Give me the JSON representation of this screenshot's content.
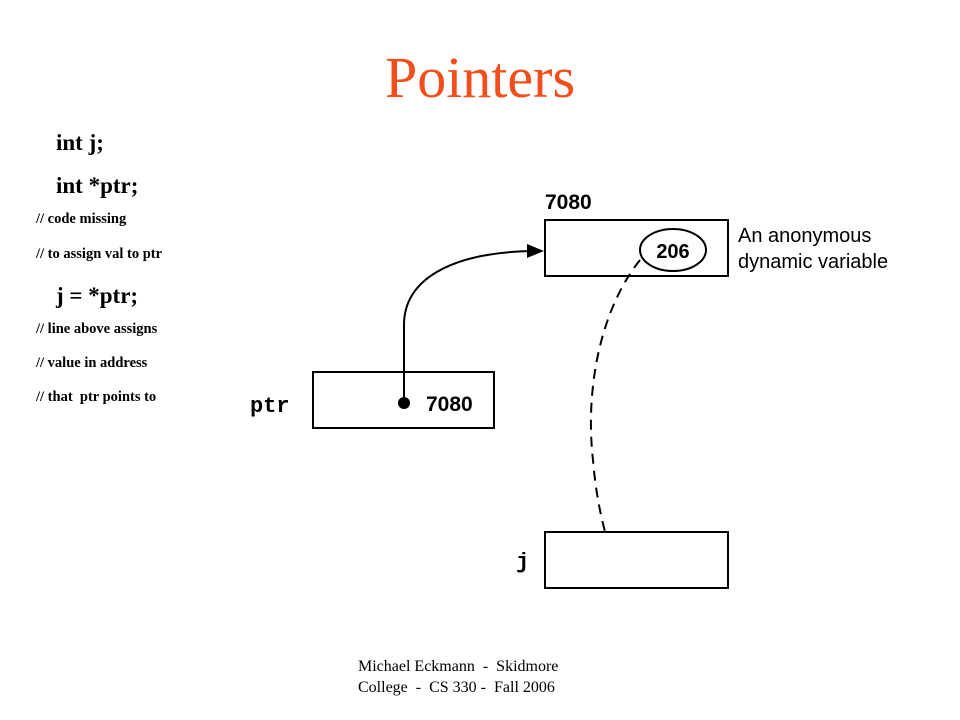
{
  "slide": {
    "title": "Pointers",
    "code_lines": [
      "int j;",
      "int *ptr;",
      "// code missing",
      "// to assign val to ptr",
      "j = *ptr;",
      "// line above assigns",
      "// value in address",
      "// that  ptr points to"
    ],
    "footer_line1": "Michael Eckmann  -  Skidmore",
    "footer_line2": "College  -  CS 330 -  Fall 2006"
  },
  "diagram": {
    "address_label": "7080",
    "anon_value": "206",
    "anon_caption_line1": "An anonymous",
    "anon_caption_line2": "dynamic variable",
    "ptr_label": "ptr",
    "ptr_value": "7080",
    "j_label": "j"
  }
}
